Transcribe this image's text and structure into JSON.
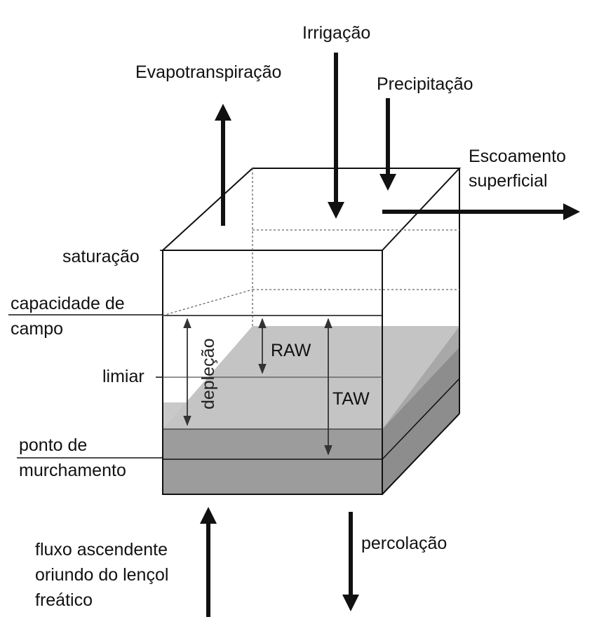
{
  "labels": {
    "irrigacao": "Irrigação",
    "evapotranspiracao": "Evapotranspiração",
    "precipitacao": "Precipitação",
    "escoamento_1": "Escoamento",
    "escoamento_2": "superficial",
    "saturacao": "saturação",
    "capacidade_1": "capacidade de",
    "capacidade_2": "campo",
    "limiar": "limiar",
    "ponto_1": "ponto de",
    "ponto_2": "murchamento",
    "raw": "RAW",
    "taw": "TAW",
    "deplecao": "depleção",
    "fluxo_1": "fluxo ascendente",
    "fluxo_2": "oriundo do lençol",
    "fluxo_3": "freático",
    "percolacao": "percolação"
  },
  "colors": {
    "ink": "#111111",
    "upper_soil": "#c6c6c6",
    "upper_soil_side": "#a9a9a9",
    "lower_soil": "#999999",
    "lower_soil_side": "#8a8a8a",
    "hidden_line": "#666666"
  }
}
